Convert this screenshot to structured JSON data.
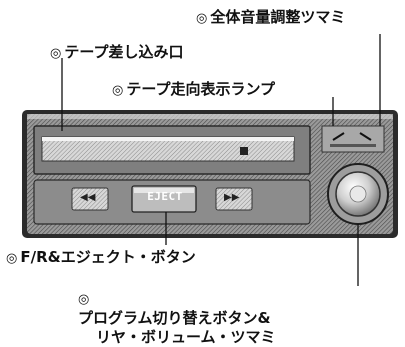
{
  "bullet": "◎",
  "callouts": {
    "volume_knob": "全体音量調整ツマミ",
    "tape_slot": "テープ差し込み口",
    "direction_lamp": "テープ走向表示ランプ",
    "eject_button": "F/R&エジェクト・ボタン",
    "program_line1": "プログラム切り替えボタン&",
    "program_line2": "リヤ・ボリューム・ツマミ"
  },
  "panel": {
    "eject_label": "EJECT",
    "rewind_glyph": "◀◀",
    "forward_glyph": "▶▶"
  }
}
